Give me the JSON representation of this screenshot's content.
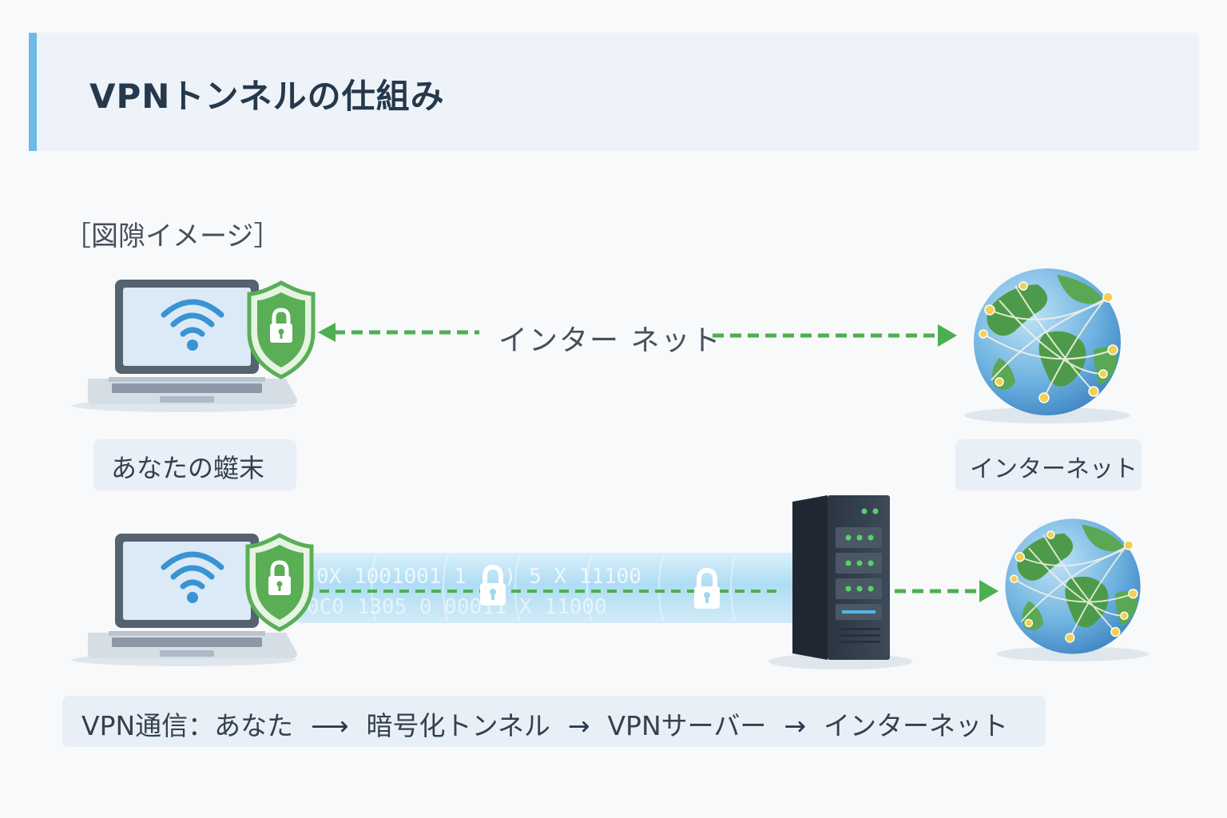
{
  "title": "VPNトンネルの仕組み",
  "section_label": "［図隙イメージ］",
  "top_link_label": "インター ネット",
  "device_label": "あなたの䗴末",
  "internet_label": "インターネット",
  "tunnel_text": {
    "row1": "0X  1001001  1 ( )  5  X 11100",
    "row2": "0C0  1305  0  00011  X  11000"
  },
  "flow": {
    "step1": "VPN通信：あなた",
    "step2": "暗号化トンネル",
    "step3": "VPNサーバー",
    "step4": "インターネット",
    "arrow1": "⟶",
    "arrow2": "→",
    "arrow3": "→"
  },
  "colors": {
    "accent_bar": "#6bbbe6",
    "arrow_green": "#4caf50",
    "shield_green": "#5aae56",
    "tunnel_blue": "#9fd6f2"
  }
}
